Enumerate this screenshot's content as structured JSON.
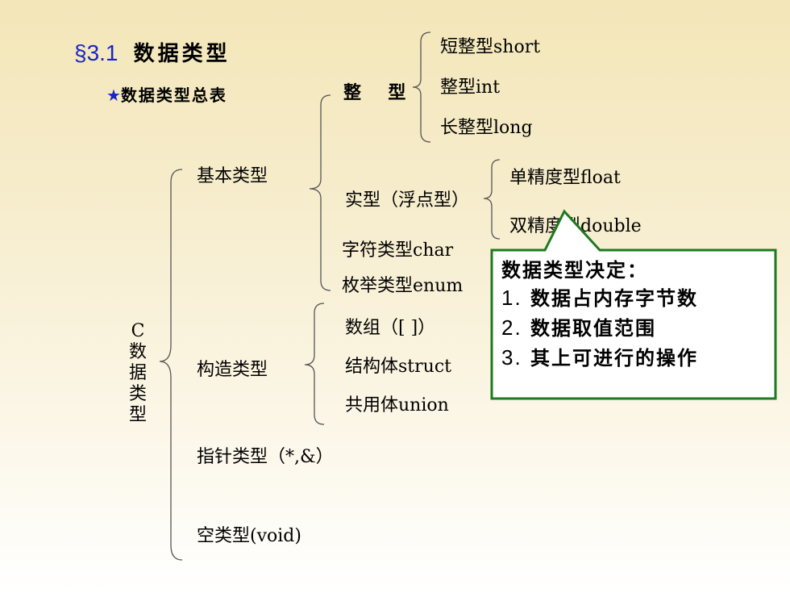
{
  "section": {
    "mark": "§",
    "number": "3.1",
    "title": "数据类型"
  },
  "subtitle": {
    "star": "★",
    "text": "数据类型总表"
  },
  "root": {
    "chars": [
      "C",
      "数",
      "据",
      "类",
      "型"
    ]
  },
  "basic": {
    "label": "基本类型",
    "integer": {
      "label": "整  型",
      "items": [
        "短整型short",
        "整型int",
        "长整型long"
      ]
    },
    "real": {
      "label": "实型（浮点型）",
      "items": [
        "单精度型float",
        "双精度型double"
      ]
    },
    "char": "字符类型char",
    "enum": "枚举类型enum"
  },
  "constructed": {
    "label": "构造类型",
    "items": [
      "数组（[ ]）",
      "结构体struct",
      "共用体union"
    ]
  },
  "pointer": "指针类型（*,&）",
  "void": "空类型(void)",
  "note": {
    "title": "数据类型决定：",
    "items": [
      {
        "num": "1.",
        "text": "数据占内存字节数"
      },
      {
        "num": "2.",
        "text": "数据取值范围"
      },
      {
        "num": "3.",
        "text": "其上可进行的操作"
      }
    ]
  },
  "colors": {
    "accent": "#1a24c8",
    "note_border": "#1e7a1e",
    "note_bg": "#ffffff"
  }
}
